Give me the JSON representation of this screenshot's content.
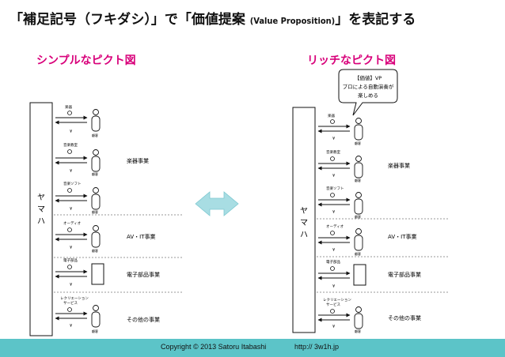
{
  "title": {
    "open_quote": "「",
    "part1": "補足記号（フキダシ）」で「価値提案",
    "vp_en": "(Value Proposition)",
    "part2": "」を表記する"
  },
  "left_heading": "シンプルなピクト図",
  "right_heading": "リッチなピクト図",
  "balloon": {
    "line1": "【価値】VP",
    "line2": "プロによる自動演奏が",
    "line3": "楽しめる"
  },
  "company": {
    "chars": [
      "ヤ",
      "マ",
      "ハ"
    ]
  },
  "segments": [
    {
      "label": "楽器事業",
      "rows": [
        {
          "item": "楽器",
          "money": "¥",
          "customer": "顧客"
        },
        {
          "item": "音楽教室",
          "money": "¥",
          "customer": "顧客"
        },
        {
          "item": "音楽ソフト",
          "money": "¥",
          "customer": "顧客"
        }
      ]
    },
    {
      "label": "AV・IT事業",
      "rows": [
        {
          "item": "オーディオ",
          "money": "¥",
          "customer": "顧客"
        }
      ]
    },
    {
      "label": "電子部品事業",
      "rows": [
        {
          "item": "電子部品",
          "money": "¥",
          "customer": ""
        }
      ]
    },
    {
      "label": "その他の事業",
      "rows": [
        {
          "item": "レクリエーション",
          "item2": "サービス",
          "money": "¥",
          "customer": "顧客"
        }
      ]
    }
  ],
  "footer": {
    "copyright": "Copyright  © 2013 Satoru Itabashi",
    "url": "http:// 3w1h.jp"
  },
  "colors": {
    "accent": "#d8007a",
    "arrow": "#a8dde3",
    "footer_bg": "#5cc4c8"
  }
}
